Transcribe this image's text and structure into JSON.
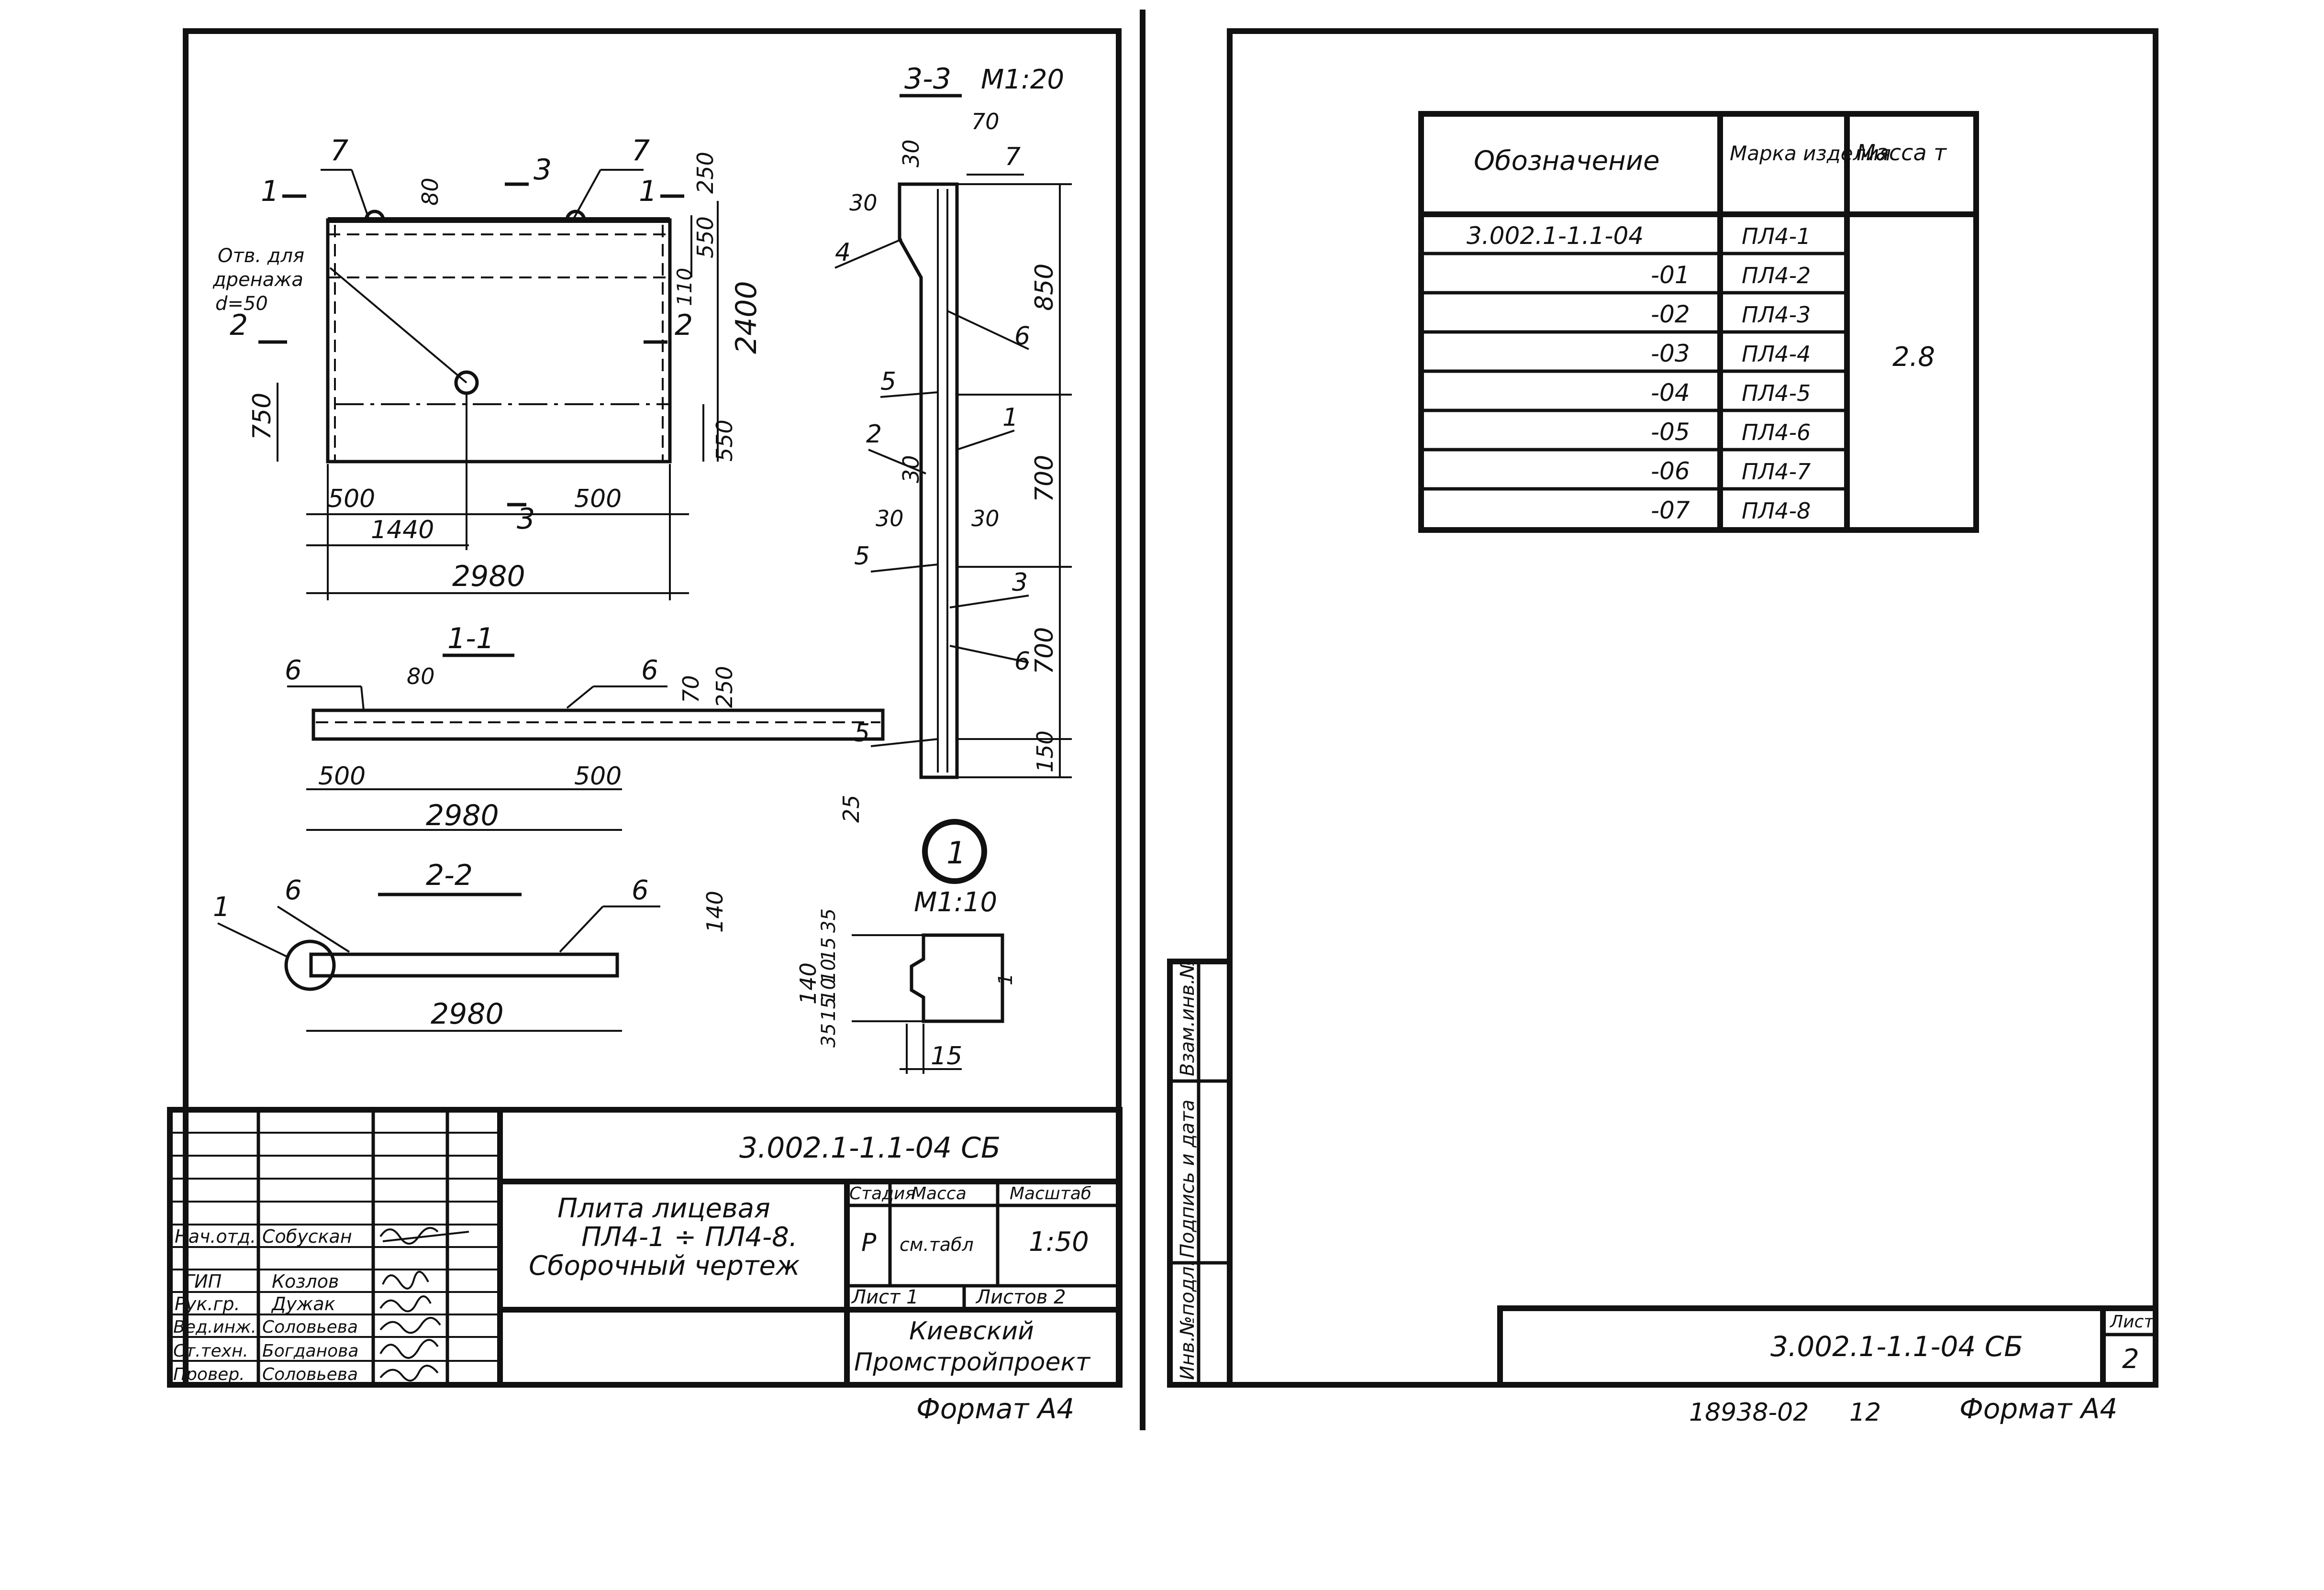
{
  "left_sheet": {
    "plan_view": {
      "dimensions": {
        "width_total": "2980",
        "offset_left": "500",
        "offset_right": "500",
        "to_hole": "1440",
        "height_total": "2400",
        "top_550": "550",
        "bottom_550": "550",
        "hole_height": "750",
        "gap_110": "110",
        "top_250": "250",
        "loop_80": "80"
      },
      "markers": {
        "m7a": "7",
        "m7b": "7",
        "m1a": "1",
        "m1b": "1",
        "m2a": "2",
        "m2b": "2",
        "m3a": "3",
        "m3b": "3"
      },
      "hole_note": [
        "Отв. для",
        "дренажа",
        "d=50"
      ]
    },
    "section_1_1": {
      "title": "1-1",
      "dimensions": {
        "d500a": "500",
        "d500b": "500",
        "d2980": "2980",
        "d80": "80",
        "d70": "70",
        "d250": "250"
      },
      "markers": {
        "m6a": "6",
        "m6b": "6"
      }
    },
    "section_2_2": {
      "title": "2-2",
      "dimensions": {
        "d2980": "2980",
        "d140": "140"
      },
      "markers": {
        "m1": "1",
        "m6a": "6",
        "m6b": "6"
      }
    },
    "section_3_3": {
      "title": "3-3",
      "scale": "М1:20",
      "dimensions": {
        "d70": "70",
        "d30a": "30",
        "d30b": "30",
        "d30c": "30",
        "d30d": "30",
        "d30e": "30",
        "d850": "850",
        "d700a": "700",
        "d700b": "700",
        "d150": "150",
        "d25": "25"
      },
      "markers": {
        "m7": "7",
        "m4": "4",
        "m6a": "6",
        "m5a": "5",
        "m2": "2",
        "m1": "1",
        "m5b": "5",
        "m3": "3",
        "m6b": "6",
        "m5c": "5"
      }
    },
    "node_1": {
      "label": "1",
      "scale": "М1:10",
      "dimensions": {
        "d140": "140",
        "d35a": "35",
        "d35b": "35",
        "d15": "15",
        "d10a": "10",
        "d10b": "10",
        "d15b": "15",
        "d15c": "15"
      }
    },
    "title_block": {
      "code": "3.002.1-1.1-04 СБ",
      "name_lines": [
        "Плита лицевая",
        "ПЛ4-1 ÷ ПЛ4-8.",
        "Сборочный чертеж"
      ],
      "headers": {
        "stage": "Стадия",
        "mass": "Масса",
        "scale": "Масштаб"
      },
      "values": {
        "stage": "Р",
        "mass": "см.табл",
        "scale": "1:50"
      },
      "sheet": "Лист 1",
      "sheets": "Листов 2",
      "org": [
        "Киевский",
        "Промстройпроект"
      ],
      "signatures": [
        {
          "role": "Нач.отд.",
          "name": "Собускан"
        },
        {
          "role": "ГИП",
          "name": "Козлов"
        },
        {
          "role": "Рук.гр.",
          "name": "Дужак"
        },
        {
          "role": "Вед.инж.",
          "name": "Соловьева"
        },
        {
          "role": "Ст.техн.",
          "name": "Богданова"
        },
        {
          "role": "Провер.",
          "name": "Соловьева"
        }
      ]
    },
    "format": "Формат А4"
  },
  "right_sheet": {
    "table": {
      "headers": [
        "Обозначение",
        "Марка изделия",
        "Масса т"
      ],
      "rows": [
        {
          "designation": "3.002.1-1.1-04",
          "mark": "ПЛ4-1"
        },
        {
          "designation": "-01",
          "mark": "ПЛ4-2"
        },
        {
          "designation": "-02",
          "mark": "ПЛ4-3"
        },
        {
          "designation": "-03",
          "mark": "ПЛ4-4"
        },
        {
          "designation": "-04",
          "mark": "ПЛ4-5"
        },
        {
          "designation": "-05",
          "mark": "ПЛ4-6"
        },
        {
          "designation": "-06",
          "mark": "ПЛ4-7"
        },
        {
          "designation": "-07",
          "mark": "ПЛ4-8"
        }
      ],
      "mass": "2.8"
    },
    "side_stamp": [
      "Взам.инв.№",
      "Подпись и дата",
      "Инв.№подл."
    ],
    "code": "3.002.1-1.1-04 СБ",
    "sheet_label": "Лист",
    "sheet_number": "2",
    "footer_number": "18938-02",
    "footer_page": "12",
    "format": "Формат А4"
  }
}
